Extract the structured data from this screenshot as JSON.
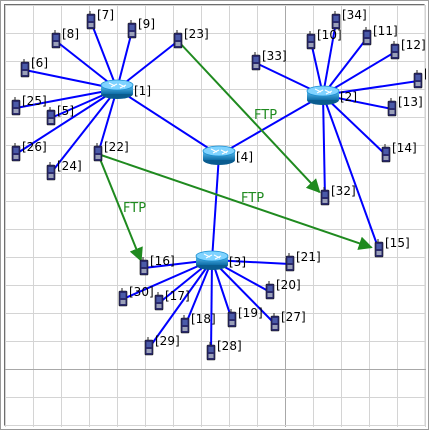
{
  "colors": {
    "grid": "#d4d4d4",
    "grid_major": "#a8a8a8",
    "link": "#0000ff",
    "flow": "#1f8a1f",
    "router_top": "#7fd3ff",
    "router_body": "#1b8fd1",
    "router_dark": "#0a5c8f",
    "host_body": "#2a2a6e",
    "host_screen": "#4a5aa8"
  },
  "routers": [
    {
      "id": "1",
      "label": "[1]"
    },
    {
      "id": "2",
      "label": "[2]"
    },
    {
      "id": "3",
      "label": "[3]"
    },
    {
      "id": "4",
      "label": "[4]"
    }
  ],
  "hosts": [
    {
      "id": "5",
      "label": "[5]",
      "router": "1"
    },
    {
      "id": "6",
      "label": "[6]",
      "router": "1"
    },
    {
      "id": "7",
      "label": "[7]",
      "router": "1"
    },
    {
      "id": "8",
      "label": "[8]",
      "router": "1"
    },
    {
      "id": "9",
      "label": "[9]",
      "router": "1"
    },
    {
      "id": "10",
      "label": "[10]",
      "router": "2"
    },
    {
      "id": "11",
      "label": "[11]",
      "router": "2"
    },
    {
      "id": "12",
      "label": "[12]",
      "router": "2"
    },
    {
      "id": "13",
      "label": "[13]",
      "router": "2"
    },
    {
      "id": "14",
      "label": "[14]",
      "router": "2"
    },
    {
      "id": "15",
      "label": "[15]",
      "router": "2"
    },
    {
      "id": "16",
      "label": "[16]",
      "router": "3"
    },
    {
      "id": "17",
      "label": "[17]",
      "router": "3"
    },
    {
      "id": "18",
      "label": "[18]",
      "router": "3"
    },
    {
      "id": "19",
      "label": "[19]",
      "router": "3"
    },
    {
      "id": "20",
      "label": "[20]",
      "router": "3"
    },
    {
      "id": "21",
      "label": "[21]",
      "router": "3"
    },
    {
      "id": "22",
      "label": "[22]",
      "router": "1"
    },
    {
      "id": "23",
      "label": "[23]",
      "router": "1"
    },
    {
      "id": "24",
      "label": "[24]",
      "router": "1"
    },
    {
      "id": "25",
      "label": "[25]",
      "router": "1"
    },
    {
      "id": "26",
      "label": "[26]",
      "router": "1"
    },
    {
      "id": "27",
      "label": "[27]",
      "router": "3"
    },
    {
      "id": "28",
      "label": "[28]",
      "router": "3"
    },
    {
      "id": "29",
      "label": "[29]",
      "router": "3"
    },
    {
      "id": "30",
      "label": "[30]",
      "router": "3"
    },
    {
      "id": "31",
      "label": "[",
      "router": "2"
    },
    {
      "id": "32",
      "label": "[32]",
      "router": "2"
    },
    {
      "id": "33",
      "label": "[33]",
      "router": "2"
    },
    {
      "id": "34",
      "label": "[34]",
      "router": "2"
    }
  ],
  "router_links": [
    {
      "from": "1",
      "to": "4"
    },
    {
      "from": "2",
      "to": "4"
    },
    {
      "from": "3",
      "to": "4"
    }
  ],
  "flows": [
    {
      "from": "23",
      "to": "32",
      "label": "FTP"
    },
    {
      "from": "22",
      "to": "16",
      "label": "FTP"
    },
    {
      "from": "22",
      "to": "15",
      "label": "FTP"
    }
  ]
}
